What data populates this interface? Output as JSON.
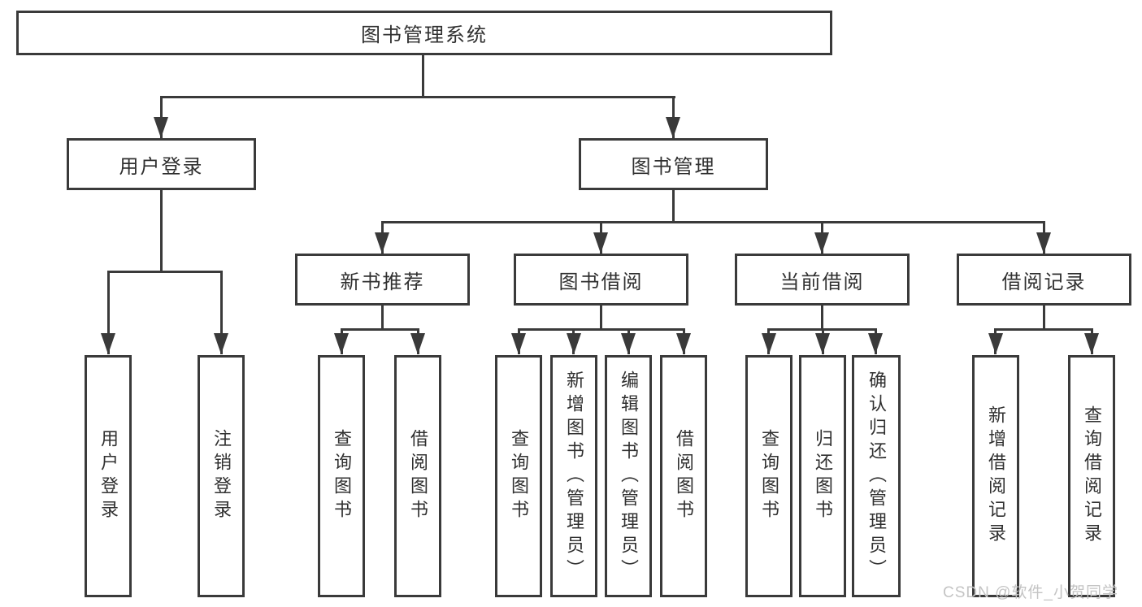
{
  "diagram_title": "图书管理系统",
  "tree": {
    "root": {
      "label": "图书管理系统"
    },
    "branches": [
      {
        "label": "用户登录",
        "children": [
          {
            "label": "用户登录"
          },
          {
            "label": "注销登录"
          }
        ]
      },
      {
        "label": "图书管理",
        "children": [
          {
            "label": "新书推荐",
            "children": [
              {
                "label": "查询图书"
              },
              {
                "label": "借阅图书"
              }
            ]
          },
          {
            "label": "图书借阅",
            "children": [
              {
                "label": "查询图书"
              },
              {
                "label": "新增图书（管理员）"
              },
              {
                "label": "编辑图书（管理员）"
              },
              {
                "label": "借阅图书"
              }
            ]
          },
          {
            "label": "当前借阅",
            "children": [
              {
                "label": "查询图书"
              },
              {
                "label": "归还图书"
              },
              {
                "label": "确认归还（管理员）"
              }
            ]
          },
          {
            "label": "借阅记录",
            "children": [
              {
                "label": "新增借阅记录"
              },
              {
                "label": "查询借阅记录"
              }
            ]
          }
        ]
      }
    ]
  },
  "watermark": {
    "text": "CSDN @软件_小贺同学"
  },
  "colors": {
    "line": "#3a3a3a",
    "text": "#303030",
    "watermark": "#c4c4c4",
    "background": "#ffffff"
  }
}
